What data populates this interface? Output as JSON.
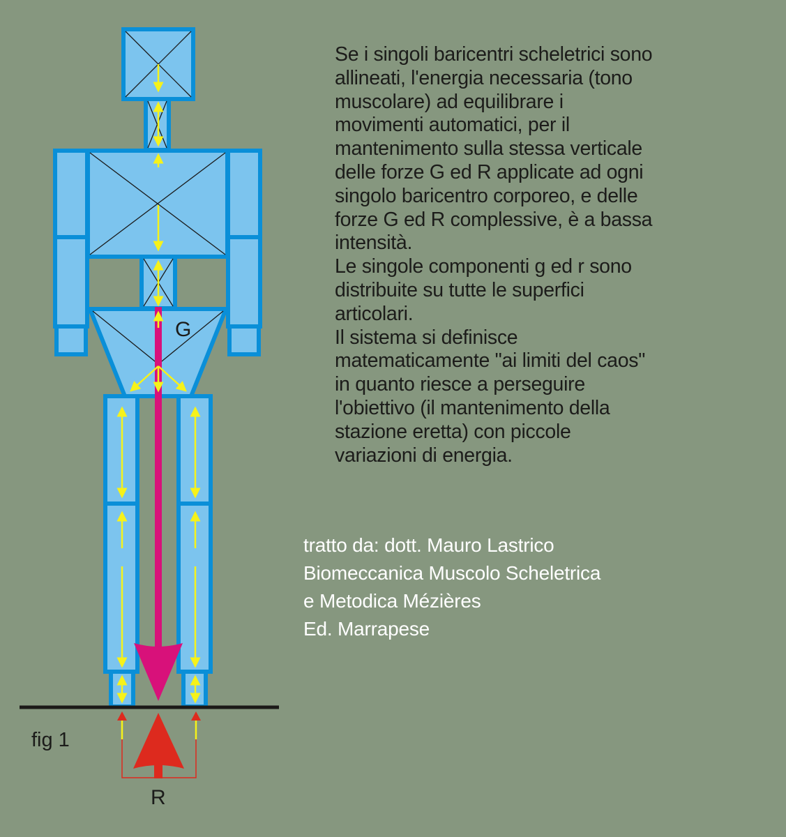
{
  "labels": {
    "gravity": "G",
    "reaction": "R",
    "figure": "fig 1"
  },
  "description_lines": [
    "Se i singoli baricentri scheletrici sono",
    "allineati,  l'energia necessaria (tono",
    "muscolare) ad equilibrare i",
    "movimenti automatici, per il",
    "mantenimento sulla stessa verticale",
    "delle forze G ed R applicate ad ogni",
    "singolo baricentro corporeo, e delle",
    "forze G ed R complessive, è a bassa",
    "intensità.",
    "Le singole componenti g ed r sono",
    "distribuite su tutte le superfici",
    "articolari.",
    "Il sistema si definisce",
    "matematicamente \"ai limiti del caos\"",
    "in quanto riesce a perseguire",
    "l'obiettivo (il mantenimento della",
    "stazione eretta) con piccole",
    "variazioni di energia."
  ],
  "credits_lines": [
    "tratto da: dott. Mauro Lastrico",
    "Biomeccanica Muscolo Scheletrica",
    "e Metodica Mézières",
    "Ed. Marrapese"
  ],
  "colors": {
    "background": "#86977f",
    "segment_fill": "#7cc4ee",
    "segment_stroke": "#0a8fd8",
    "gravity": "#d8117a",
    "reaction": "#dd2a1e",
    "component": "#f6f21a"
  }
}
